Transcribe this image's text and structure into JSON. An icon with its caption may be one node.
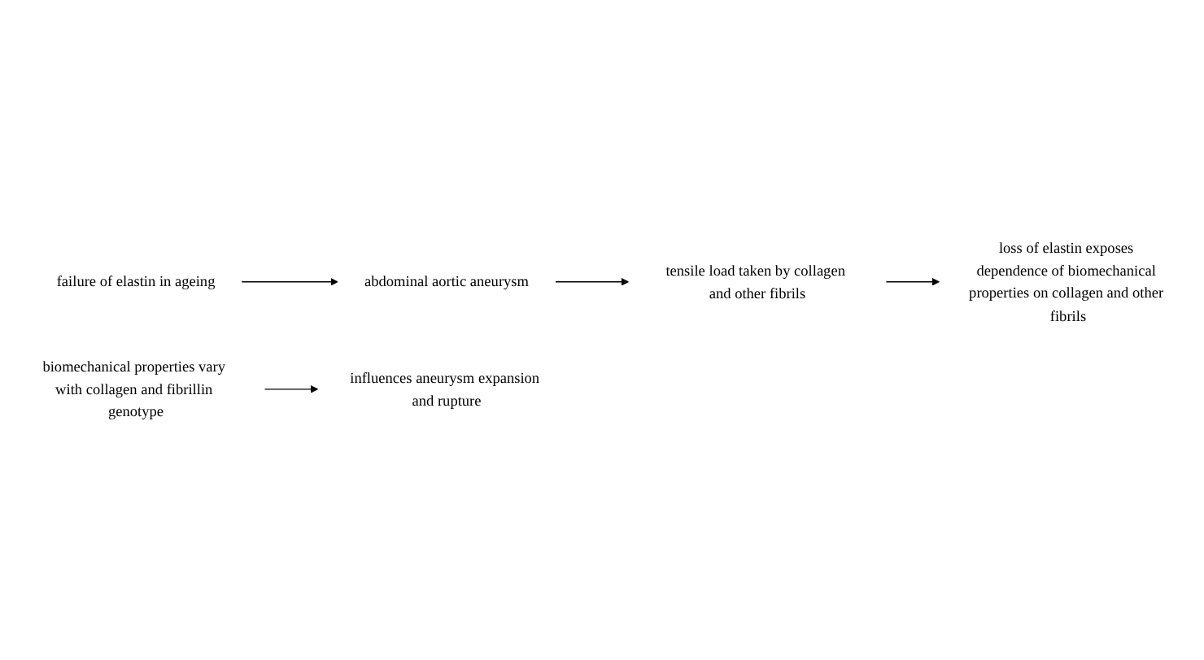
{
  "diagram": {
    "nodes": [
      {
        "text": [
          "failure of elastin in ageing"
        ]
      },
      {
        "text": [
          "abdominal aortic aneurysm"
        ]
      },
      {
        "text": [
          "tensile load taken by collagen and other fibrils"
        ]
      },
      {
        "text": [
          "loss of elastin exposes dependence of biomechanical properties on collagen and other fibrils"
        ]
      },
      {
        "text": [
          "biomechanical properties vary with collagen and fibrillin genotype"
        ]
      },
      {
        "text": [
          "influences aneurysm expansion and rupture"
        ]
      }
    ],
    "edges": [
      {
        "from": 0,
        "to": 1,
        "arrow": "to"
      },
      {
        "from": 1,
        "to": 2,
        "arrow": "to"
      },
      {
        "from": 2,
        "to": 3,
        "arrow": "to"
      },
      {
        "from": 4,
        "to": 5,
        "arrow": "to"
      }
    ]
  }
}
